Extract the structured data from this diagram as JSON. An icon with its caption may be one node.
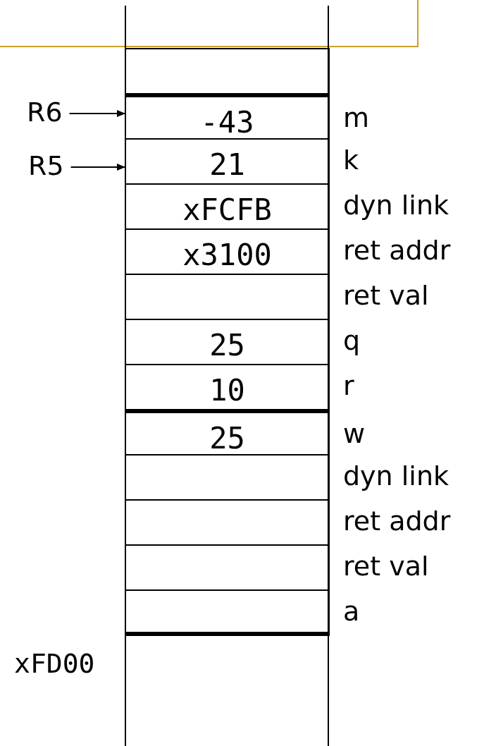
{
  "diagram": {
    "nodes": [
      {
        "text": [],
        "shape": "box"
      },
      {
        "text": [
          "R6"
        ]
      },
      {
        "text": [
          "-43"
        ],
        "beside": [
          "m"
        ]
      },
      {
        "text": [
          "R5"
        ]
      },
      {
        "text": [
          "21"
        ],
        "beside": [
          "k"
        ]
      },
      {
        "text": [
          "xFCFB"
        ],
        "beside": [
          "dyn link"
        ]
      },
      {
        "text": [
          "x3100"
        ],
        "beside": [
          "ret addr"
        ]
      },
      {
        "text": [],
        "shape": "box",
        "beside": [
          "ret val"
        ]
      },
      {
        "text": [
          "25"
        ],
        "beside": [
          "q"
        ]
      },
      {
        "text": [
          "10"
        ],
        "beside": [
          "r"
        ]
      },
      {
        "text": [
          "25"
        ],
        "beside": [
          "w"
        ]
      },
      {
        "text": [],
        "shape": "box",
        "beside": [
          "dyn link"
        ]
      },
      {
        "text": [],
        "shape": "box",
        "beside": [
          "ret addr"
        ]
      },
      {
        "text": [],
        "shape": "box",
        "beside": [
          "ret val"
        ]
      },
      {
        "text": [],
        "shape": "box",
        "beside": [
          "a"
        ]
      }
    ],
    "edges": [
      {
        "from": 1,
        "to": 2,
        "arrow": "to"
      },
      {
        "from": 3,
        "to": 4,
        "arrow": "to"
      }
    ],
    "labels": [
      "xFD00"
    ]
  }
}
